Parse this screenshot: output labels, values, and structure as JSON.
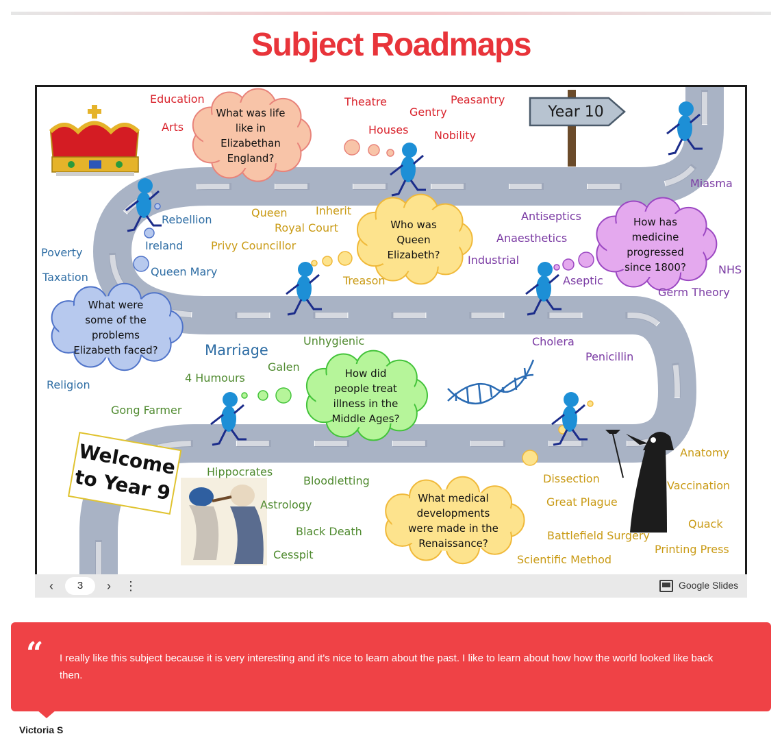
{
  "page": {
    "title": "Subject Roadmaps"
  },
  "slide": {
    "welcome_sign": [
      "Welcome",
      "to Year 9"
    ],
    "year_sign": "Year 10",
    "clouds": [
      {
        "id": "elizabethan-life",
        "lines": [
          "What was life",
          "like in",
          "Elizabethan",
          "England?"
        ],
        "fill": "#f8c4a8",
        "stroke": "#e8837a"
      },
      {
        "id": "queen-elizabeth",
        "lines": [
          "Who was",
          "Queen",
          "Elizabeth?"
        ],
        "fill": "#fde38d",
        "stroke": "#f0b93a"
      },
      {
        "id": "medicine-1800",
        "lines": [
          "How has",
          "medicine",
          "progressed",
          "since 1800?"
        ],
        "fill": "#e4a9ee",
        "stroke": "#9b47c2"
      },
      {
        "id": "elizabeth-problems",
        "lines": [
          "What were",
          "some of the",
          "problems",
          "Elizabeth faced?"
        ],
        "fill": "#b7c9ee",
        "stroke": "#4f73c9"
      },
      {
        "id": "middle-ages",
        "lines": [
          "How did",
          "people treat",
          "illness in the",
          "Middle Ages?"
        ],
        "fill": "#b6f59a",
        "stroke": "#43c33a"
      },
      {
        "id": "renaissance",
        "lines": [
          "What medical",
          "developments",
          "were made in the",
          "Renaissance?"
        ],
        "fill": "#fde38d",
        "stroke": "#f0b93a"
      }
    ],
    "labels": [
      {
        "text": "Education",
        "color": "#d9232c"
      },
      {
        "text": "Arts",
        "color": "#d9232c"
      },
      {
        "text": "Theatre",
        "color": "#d9232c"
      },
      {
        "text": "Gentry",
        "color": "#d9232c"
      },
      {
        "text": "Peasantry",
        "color": "#d9232c"
      },
      {
        "text": "Houses",
        "color": "#d9232c"
      },
      {
        "text": "Nobility",
        "color": "#d9232c"
      },
      {
        "text": "Miasma",
        "color": "#7a3aa3"
      },
      {
        "text": "Rebellion",
        "color": "#2e6da4"
      },
      {
        "text": "Ireland",
        "color": "#2e6da4"
      },
      {
        "text": "Poverty",
        "color": "#2e6da4"
      },
      {
        "text": "Taxation",
        "color": "#2e6da4"
      },
      {
        "text": "Queen Mary",
        "color": "#2e6da4"
      },
      {
        "text": "Queen",
        "color": "#c99a14"
      },
      {
        "text": "Inherit",
        "color": "#c99a14"
      },
      {
        "text": "Royal Court",
        "color": "#c99a14"
      },
      {
        "text": "Privy Councillor",
        "color": "#c99a14"
      },
      {
        "text": "Treason",
        "color": "#c99a14"
      },
      {
        "text": "Antiseptics",
        "color": "#7a3aa3"
      },
      {
        "text": "Anaesthetics",
        "color": "#7a3aa3"
      },
      {
        "text": "Industrial",
        "color": "#7a3aa3"
      },
      {
        "text": "Aseptic",
        "color": "#7a3aa3"
      },
      {
        "text": "NHS",
        "color": "#7a3aa3"
      },
      {
        "text": "Germ Theory",
        "color": "#7a3aa3"
      },
      {
        "text": "Marriage",
        "color": "#2e6da4"
      },
      {
        "text": "Religion",
        "color": "#2e6da4"
      },
      {
        "text": "Unhygienic",
        "color": "#4f8a2f"
      },
      {
        "text": "Galen",
        "color": "#4f8a2f"
      },
      {
        "text": "4 Humours",
        "color": "#4f8a2f"
      },
      {
        "text": "Gong Farmer",
        "color": "#4f8a2f"
      },
      {
        "text": "Cholera",
        "color": "#7a3aa3"
      },
      {
        "text": "Penicillin",
        "color": "#7a3aa3"
      },
      {
        "text": "Hippocrates",
        "color": "#4f8a2f"
      },
      {
        "text": "Bloodletting",
        "color": "#4f8a2f"
      },
      {
        "text": "Astrology",
        "color": "#4f8a2f"
      },
      {
        "text": "Black Death",
        "color": "#4f8a2f"
      },
      {
        "text": "Cesspit",
        "color": "#4f8a2f"
      },
      {
        "text": "Anatomy",
        "color": "#c99a14"
      },
      {
        "text": "Dissection",
        "color": "#c99a14"
      },
      {
        "text": "Vaccination",
        "color": "#c99a14"
      },
      {
        "text": "Great Plague",
        "color": "#c99a14"
      },
      {
        "text": "Quack",
        "color": "#c99a14"
      },
      {
        "text": "Battlefield Surgery",
        "color": "#c99a14"
      },
      {
        "text": "Printing Press",
        "color": "#c99a14"
      },
      {
        "text": "Scientific Method",
        "color": "#c99a14"
      }
    ],
    "icons": [
      "crown-icon",
      "runner-icon",
      "dna-icon",
      "plague-doctor-icon",
      "medieval-doctors-image",
      "signpost-icon"
    ],
    "colors": {
      "road": "#a9b3c5",
      "road_marking": "#ffffff",
      "runner": "#1d8fd6"
    }
  },
  "controls": {
    "prev_icon": "chevron-left-icon",
    "page_number": "3",
    "next_icon": "chevron-right-icon",
    "more_icon": "more-vertical-icon",
    "brand_label": "Google Slides"
  },
  "testimonial": {
    "quote_mark": "“",
    "text": "I really like this subject because it is very interesting and it's nice to learn about the past. I like to learn about how how the world looked like back then.",
    "author": "Victoria S"
  }
}
